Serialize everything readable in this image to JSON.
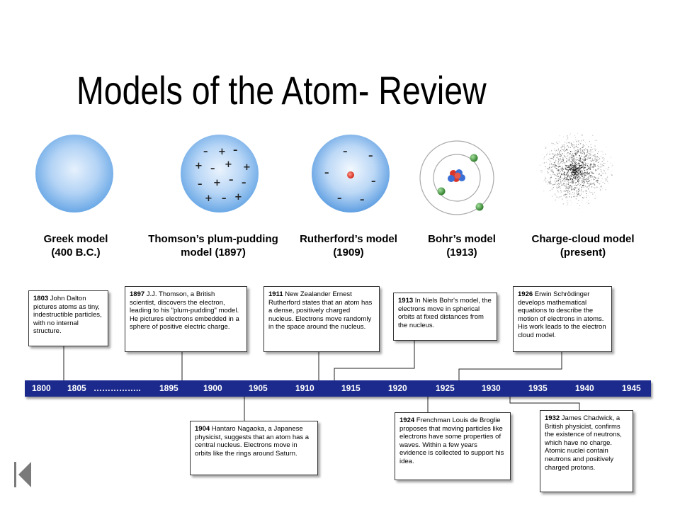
{
  "title": "Models of the Atom- Review",
  "models": [
    {
      "name": "Greek model",
      "date": "(400 B.C.)",
      "icon": "greek-sphere-icon"
    },
    {
      "name": "Thomson’s plum-pudding",
      "date": "model   (1897)",
      "icon": "plum-pudding-icon"
    },
    {
      "name": "Rutherford’s model",
      "date": "(1909)",
      "icon": "rutherford-nucleus-icon"
    },
    {
      "name": "Bohr’s model",
      "date": "(1913)",
      "icon": "bohr-orbits-icon"
    },
    {
      "name": "Charge-cloud model",
      "date": "(present)",
      "icon": "electron-cloud-icon"
    }
  ],
  "timeline": [
    "1800",
    "1805",
    "……………..",
    "1895",
    "1900",
    "1905",
    "1910",
    "1915",
    "1920",
    "1925",
    "1930",
    "1935",
    "1940",
    "1945"
  ],
  "events": [
    {
      "year": "1803",
      "text": " John Dalton pictures atoms as tiny, indestructible particles, with no internal structure."
    },
    {
      "year": "1897",
      "text": " J.J. Thomson, a British scientist, discovers the electron, leading to his \"plum-pudding\" model.  He pictures electrons embedded in a sphere of positive electric charge."
    },
    {
      "year": "1911",
      "text": " New Zealander Ernest Rutherford states that an atom has a dense, positively charged nucleus.  Electrons move randomly in the space around the nucleus."
    },
    {
      "year": "1913",
      "text": "  In Niels Bohr's model, the electrons move in spherical orbits at fixed distances from the nucleus."
    },
    {
      "year": "1926",
      "text": "  Erwin Schrödinger develops mathematical equations to describe the motion of electrons in atoms.  His work leads to the electron cloud model."
    },
    {
      "year": "1904",
      "text": " Hantaro Nagaoka, a Japanese physicist, suggests that an atom has a central nucleus.  Electrons move in orbits like the rings around Saturn."
    },
    {
      "year": "1924",
      "text": " Frenchman Louis de Broglie proposes that moving particles like electrons have some properties of waves.  Within a few years evidence is collected to support his idea."
    },
    {
      "year": "1932",
      "text": " James Chadwick, a British physicist, confirms the existence of neutrons, which have no charge.  Atomic nuclei contain neutrons and positively charged protons."
    }
  ],
  "nav": {
    "icon": "go-to-first-slide-icon"
  }
}
